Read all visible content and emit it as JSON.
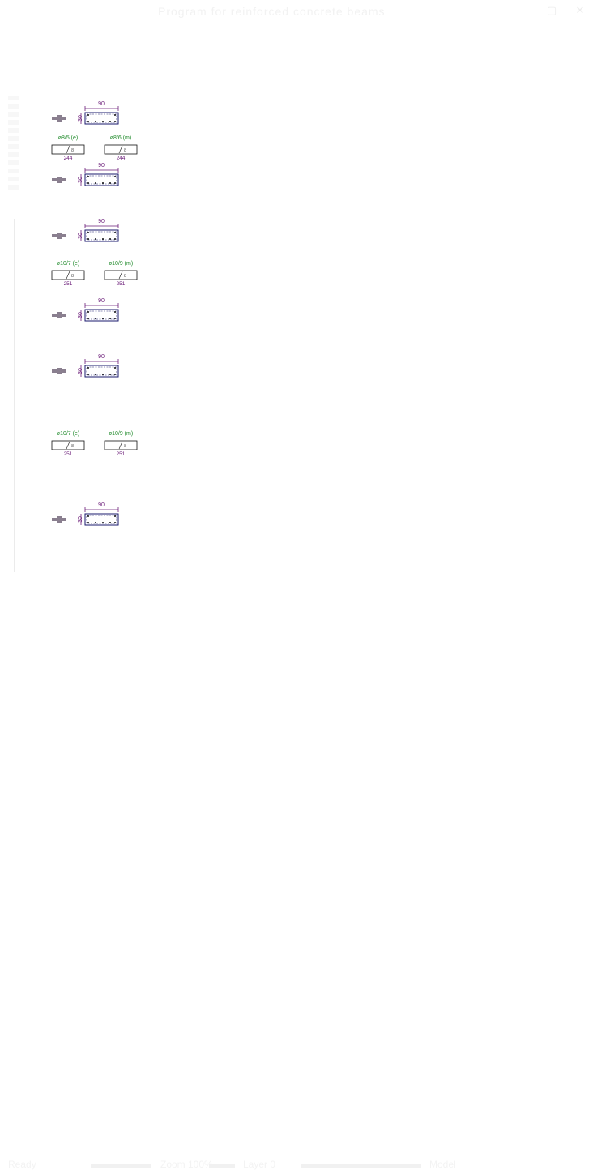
{
  "window": {
    "title": "Program for reinforced concrete beams",
    "buttons": [
      "—",
      "▢",
      "✕"
    ]
  },
  "statusbar": {
    "items": [
      "Ready",
      "Zoom 100%",
      "Layer 0",
      "Model"
    ]
  },
  "sections": [
    {
      "id": "s1",
      "width": "90",
      "height": "30",
      "bars": "top-bottom"
    },
    {
      "id": "s2",
      "width": "90",
      "height": "30",
      "bars": "top-bottom"
    },
    {
      "id": "s3",
      "width": "90",
      "height": "30",
      "bars": "top-bottom"
    },
    {
      "id": "s4",
      "width": "90",
      "height": "30",
      "bars": "top-bottom"
    },
    {
      "id": "s5",
      "width": "90",
      "height": "30",
      "bars": "top-bottom"
    },
    {
      "id": "s6",
      "width": "90",
      "height": "30",
      "bars": "top-bottom"
    }
  ],
  "stirrups": [
    {
      "label": "ø8/5 (e)",
      "length": "244",
      "count": "8"
    },
    {
      "label": "ø8/6 (m)",
      "length": "244",
      "count": "8"
    },
    {
      "label": "ø10/7 (e)",
      "length": "251",
      "count": "8"
    },
    {
      "label": "ø10/9 (m)",
      "length": "251",
      "count": "8"
    },
    {
      "label": "ø10/7 (e)",
      "length": "251",
      "count": "8"
    },
    {
      "label": "ø10/9 (m)",
      "length": "251",
      "count": "8"
    }
  ]
}
